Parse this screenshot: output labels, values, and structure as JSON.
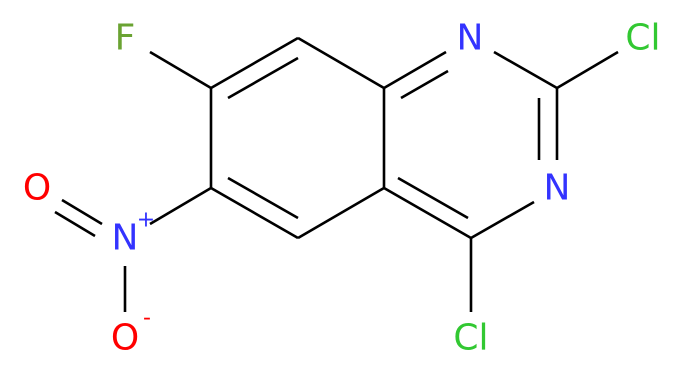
{
  "colors": {
    "bond": "#000000",
    "N": "#3333ff",
    "F": "#6aa332",
    "Cl": "#32c832",
    "O": "#ff0000"
  },
  "atoms": {
    "n1": "N",
    "n3": "N",
    "cl2": "Cl",
    "cl4": "Cl",
    "f": "F",
    "n_nitro": "N",
    "o_top": "O",
    "o_bottom": "O"
  },
  "charges": {
    "nitro_plus": "+",
    "oxygen_minus": "-"
  }
}
